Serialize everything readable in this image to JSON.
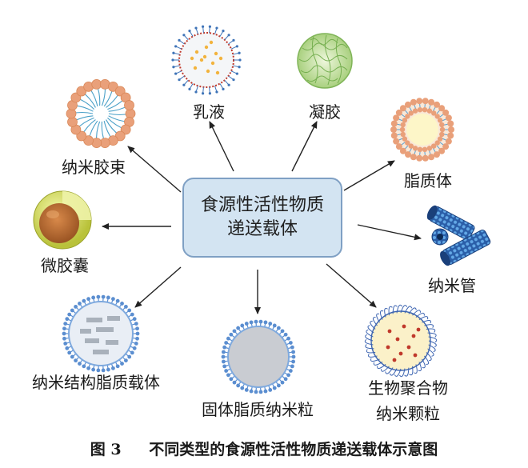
{
  "center": {
    "line1": "食源性活性物质",
    "line2": "递送载体"
  },
  "carriers": {
    "emulsion": "乳液",
    "gel": "凝胶",
    "micelle": "纳米胶束",
    "liposome": "脂质体",
    "microcapsule": "微胶囊",
    "nanotube": "纳米管",
    "nlc": "纳米结构脂质载体",
    "sln": "固体脂质纳米粒",
    "polymer_line1": "生物聚合物",
    "polymer_line2": "纳米颗粒"
  },
  "caption": {
    "number": "图 3",
    "text": "不同类型的食源性活性物质递送载体示意图"
  },
  "colors": {
    "box_fill": "#d3e4f2",
    "box_border": "#7fa0c4",
    "orange": "#e9a07a",
    "blue": "#5b8ed0",
    "arrow": "#222222"
  }
}
